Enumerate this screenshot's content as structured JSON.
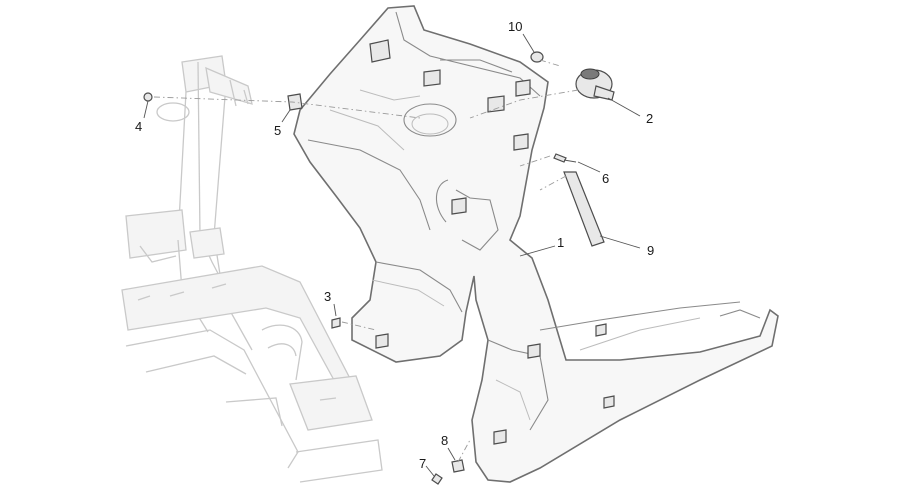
{
  "callouts": [
    {
      "id": "1",
      "label": "1"
    },
    {
      "id": "2",
      "label": "2"
    },
    {
      "id": "3",
      "label": "3"
    },
    {
      "id": "4",
      "label": "4"
    },
    {
      "id": "5",
      "label": "5"
    },
    {
      "id": "6",
      "label": "6"
    },
    {
      "id": "7",
      "label": "7"
    },
    {
      "id": "8",
      "label": "8"
    },
    {
      "id": "9",
      "label": "9"
    },
    {
      "id": "10",
      "label": "10"
    }
  ],
  "colors": {
    "background": "#ffffff",
    "panel_outline": "#6f6f6f",
    "frame_outline": "#c9c9c9",
    "label_text": "#1a1a1a"
  }
}
